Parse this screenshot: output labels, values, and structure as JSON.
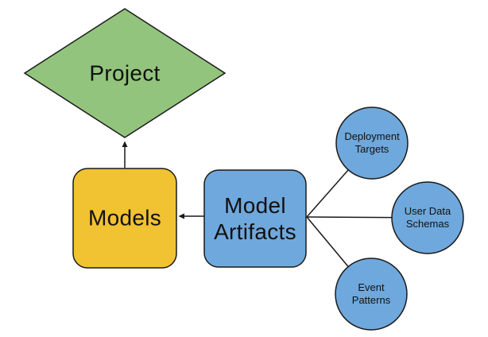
{
  "diagram": {
    "background": "#ffffff",
    "stroke_color": "#1a1a1a",
    "text_color": "#111111",
    "nodes": {
      "project": {
        "label": "Project",
        "shape": "diamond",
        "fill": "#93c47d"
      },
      "models": {
        "label": "Models",
        "shape": "rounded-rectangle",
        "fill": "#f1c232"
      },
      "model_artifacts": {
        "label": "Model Artifacts",
        "shape": "rounded-rectangle",
        "fill": "#6fa8dc"
      },
      "deployment_targets": {
        "label": "Deployment Targets",
        "shape": "circle",
        "fill": "#6fa8dc"
      },
      "user_data_schemas": {
        "label": "User Data Schemas",
        "shape": "circle",
        "fill": "#6fa8dc"
      },
      "event_patterns": {
        "label": "Event Patterns",
        "shape": "circle",
        "fill": "#6fa8dc"
      }
    },
    "edges": [
      {
        "from": "models",
        "to": "project",
        "arrow": true
      },
      {
        "from": "model_artifacts",
        "to": "models",
        "arrow": true
      },
      {
        "from": "model_artifacts",
        "to": "deployment_targets",
        "arrow": false
      },
      {
        "from": "model_artifacts",
        "to": "user_data_schemas",
        "arrow": false
      },
      {
        "from": "model_artifacts",
        "to": "event_patterns",
        "arrow": false
      }
    ]
  }
}
